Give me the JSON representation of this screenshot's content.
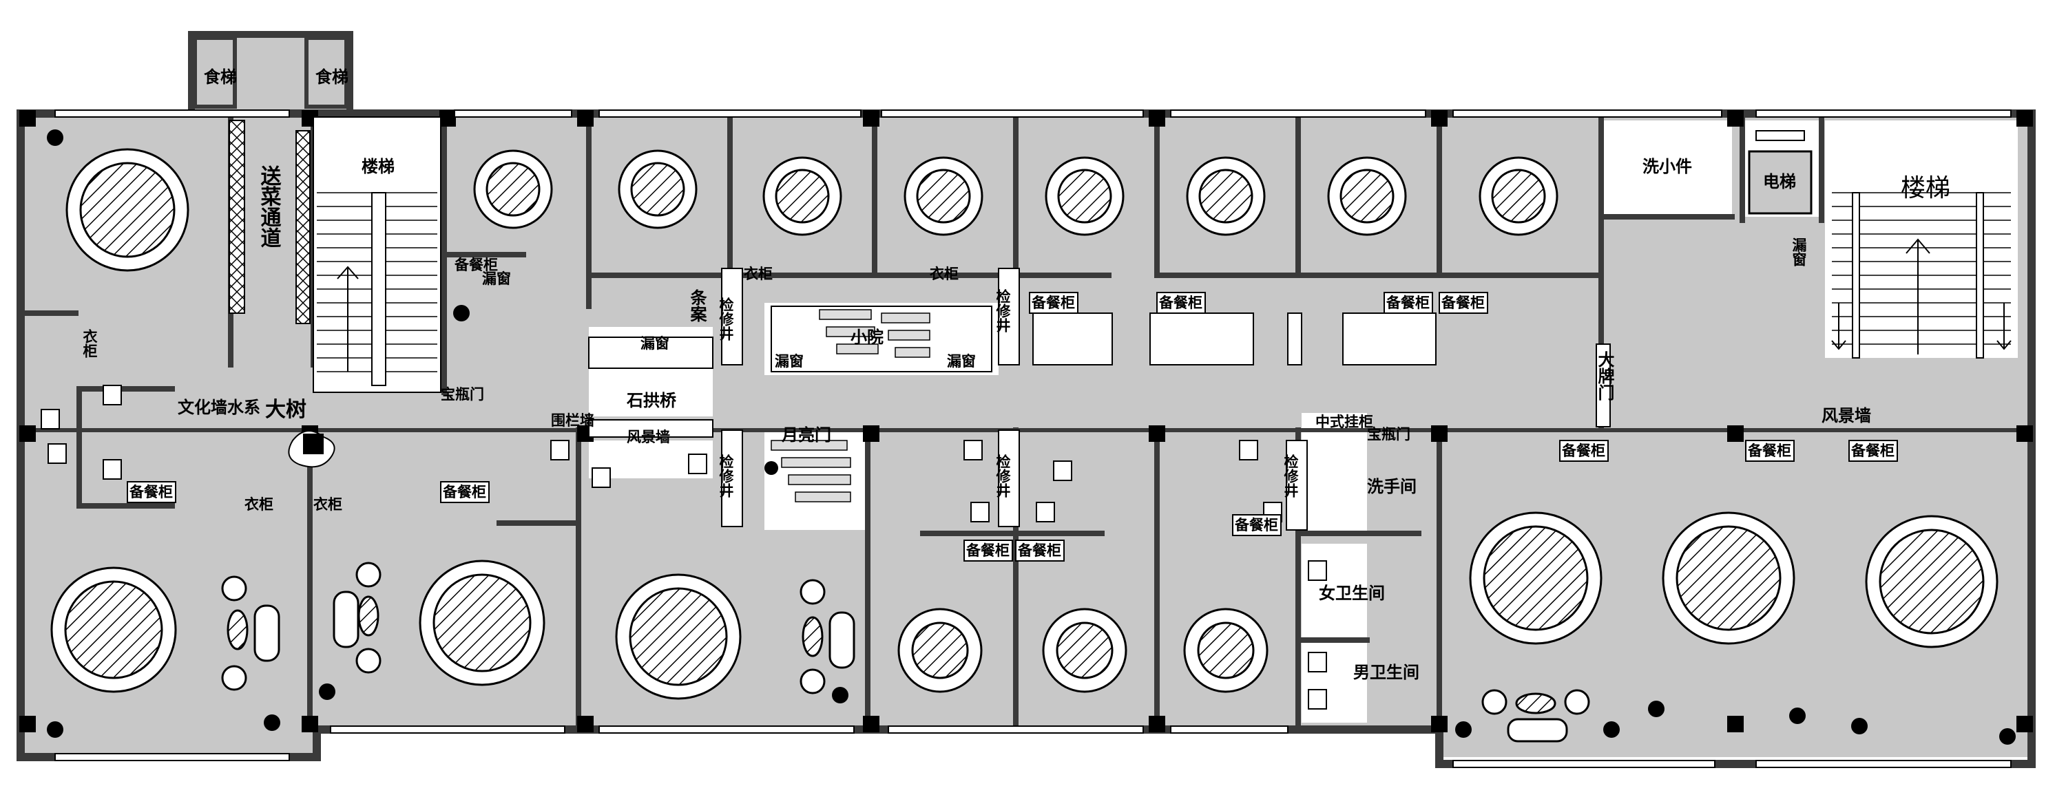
{
  "labels": {
    "food_lift": "食梯",
    "food_passage": "送菜通道",
    "stairs": "楼梯",
    "stairs_right": "楼梯",
    "spare_cabinet": "备餐柜",
    "leak_window": "漏窗",
    "bench": "条案",
    "repair_shaft": "检修井",
    "clothes_cabinet": "衣柜",
    "courtyard": "小院",
    "wash_small": "洗小件",
    "elevator": "电梯",
    "main_gate": "大牌门",
    "culture_wall_water": "文化墙水系",
    "big_tree": "大树",
    "vase_gate": "宝瓶门",
    "stone_bridge": "石拱桥",
    "scenic_wall": "风景墙",
    "moon_gate": "月亮门",
    "wash_room": "洗手间",
    "female_wc": "女卫生间",
    "male_wc": "男卫生间",
    "chinese_cabinet": "中式挂柜",
    "stone_label": "围栏墙"
  },
  "colors": {
    "floor": "#c8c8c8",
    "wall": "#3a3a3a",
    "column": "#000000",
    "furniture": "#ffffff"
  }
}
